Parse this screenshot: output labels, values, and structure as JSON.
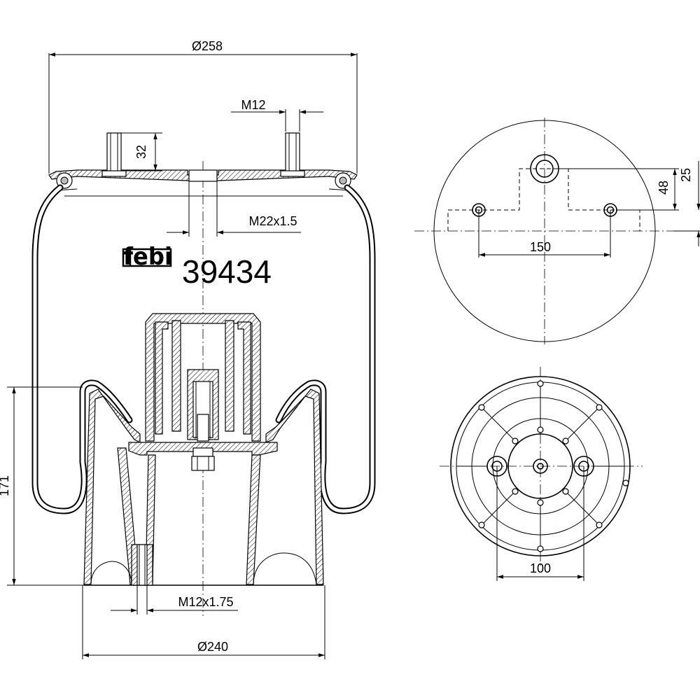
{
  "brand": {
    "logo_text": "febi",
    "part_number": "39434"
  },
  "dimensions": {
    "top_diameter": "Ø258",
    "stud_thread": "M12",
    "stud_height": "32",
    "center_thread": "M22x1.5",
    "total_height": "171",
    "bottom_thread": "M12x1.75",
    "bottom_diameter": "Ø240",
    "top_stud_spacing": "150",
    "top_offset_48": "48",
    "top_offset_25": "25",
    "bottom_hole_spacing": "100"
  }
}
